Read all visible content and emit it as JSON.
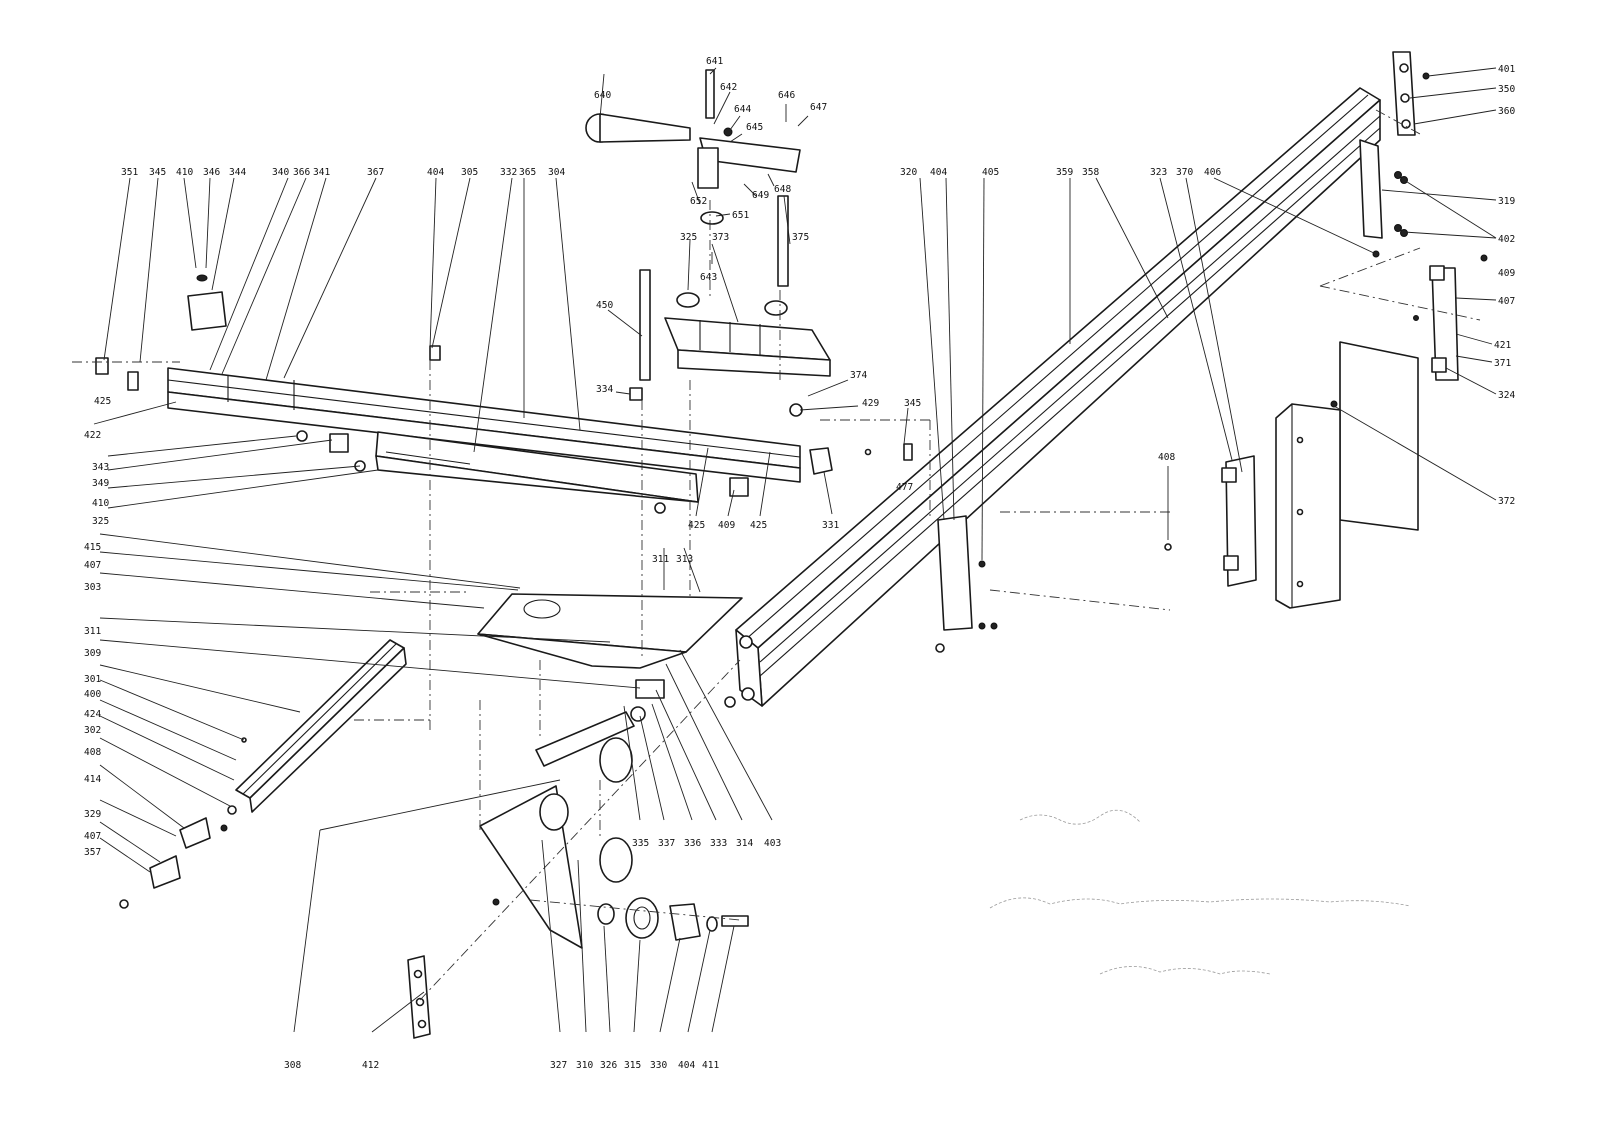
{
  "diagram": {
    "labels": [
      {
        "id": "l351",
        "text": "351"
      },
      {
        "id": "l345a",
        "text": "345"
      },
      {
        "id": "l410a",
        "text": "410"
      },
      {
        "id": "l346",
        "text": "346"
      },
      {
        "id": "l344",
        "text": "344"
      },
      {
        "id": "l340",
        "text": "340"
      },
      {
        "id": "l366",
        "text": "366"
      },
      {
        "id": "l341",
        "text": "341"
      },
      {
        "id": "l367",
        "text": "367"
      },
      {
        "id": "l404a",
        "text": "404"
      },
      {
        "id": "l305",
        "text": "305"
      },
      {
        "id": "l332",
        "text": "332"
      },
      {
        "id": "l365",
        "text": "365"
      },
      {
        "id": "l304",
        "text": "304"
      },
      {
        "id": "l641",
        "text": "641"
      },
      {
        "id": "l642",
        "text": "642"
      },
      {
        "id": "l640",
        "text": "640"
      },
      {
        "id": "l644",
        "text": "644"
      },
      {
        "id": "l645",
        "text": "645"
      },
      {
        "id": "l646",
        "text": "646"
      },
      {
        "id": "l647",
        "text": "647"
      },
      {
        "id": "l652",
        "text": "652"
      },
      {
        "id": "l649",
        "text": "649"
      },
      {
        "id": "l648",
        "text": "648"
      },
      {
        "id": "l651",
        "text": "651"
      },
      {
        "id": "l325a",
        "text": "325"
      },
      {
        "id": "l373",
        "text": "373"
      },
      {
        "id": "l643",
        "text": "643"
      },
      {
        "id": "l375",
        "text": "375"
      },
      {
        "id": "l450",
        "text": "450"
      },
      {
        "id": "l334",
        "text": "334"
      },
      {
        "id": "l374",
        "text": "374"
      },
      {
        "id": "l429",
        "text": "429"
      },
      {
        "id": "l345b",
        "text": "345"
      },
      {
        "id": "l477",
        "text": "477"
      },
      {
        "id": "l331",
        "text": "331"
      },
      {
        "id": "l425a",
        "text": "425"
      },
      {
        "id": "l422",
        "text": "422"
      },
      {
        "id": "l343",
        "text": "343"
      },
      {
        "id": "l349",
        "text": "349"
      },
      {
        "id": "l410b",
        "text": "410"
      },
      {
        "id": "l325b",
        "text": "325"
      },
      {
        "id": "l425b",
        "text": "425"
      },
      {
        "id": "l409a",
        "text": "409"
      },
      {
        "id": "l425c",
        "text": "425"
      },
      {
        "id": "l415",
        "text": "415"
      },
      {
        "id": "l407a",
        "text": "407"
      },
      {
        "id": "l303",
        "text": "303"
      },
      {
        "id": "l311a",
        "text": "311"
      },
      {
        "id": "l309",
        "text": "309"
      },
      {
        "id": "l301",
        "text": "301"
      },
      {
        "id": "l400",
        "text": "400"
      },
      {
        "id": "l424",
        "text": "424"
      },
      {
        "id": "l302",
        "text": "302"
      },
      {
        "id": "l408a",
        "text": "408"
      },
      {
        "id": "l414",
        "text": "414"
      },
      {
        "id": "l329",
        "text": "329"
      },
      {
        "id": "l407b",
        "text": "407"
      },
      {
        "id": "l357",
        "text": "357"
      },
      {
        "id": "l311b",
        "text": "311"
      },
      {
        "id": "l313",
        "text": "313"
      },
      {
        "id": "l335",
        "text": "335"
      },
      {
        "id": "l337",
        "text": "337"
      },
      {
        "id": "l336",
        "text": "336"
      },
      {
        "id": "l333",
        "text": "333"
      },
      {
        "id": "l314",
        "text": "314"
      },
      {
        "id": "l403",
        "text": "403"
      },
      {
        "id": "l308",
        "text": "308"
      },
      {
        "id": "l412",
        "text": "412"
      },
      {
        "id": "l327",
        "text": "327"
      },
      {
        "id": "l310",
        "text": "310"
      },
      {
        "id": "l326",
        "text": "326"
      },
      {
        "id": "l315",
        "text": "315"
      },
      {
        "id": "l330",
        "text": "330"
      },
      {
        "id": "l404b",
        "text": "404"
      },
      {
        "id": "l411",
        "text": "411"
      },
      {
        "id": "l320",
        "text": "320"
      },
      {
        "id": "l404c",
        "text": "404"
      },
      {
        "id": "l405",
        "text": "405"
      },
      {
        "id": "l359",
        "text": "359"
      },
      {
        "id": "l358",
        "text": "358"
      },
      {
        "id": "l323",
        "text": "323"
      },
      {
        "id": "l370",
        "text": "370"
      },
      {
        "id": "l406",
        "text": "406"
      },
      {
        "id": "l401",
        "text": "401"
      },
      {
        "id": "l350",
        "text": "350"
      },
      {
        "id": "l360",
        "text": "360"
      },
      {
        "id": "l319",
        "text": "319"
      },
      {
        "id": "l402",
        "text": "402"
      },
      {
        "id": "l409b",
        "text": "409"
      },
      {
        "id": "l407c",
        "text": "407"
      },
      {
        "id": "l421",
        "text": "421"
      },
      {
        "id": "l371",
        "text": "371"
      },
      {
        "id": "l324",
        "text": "324"
      },
      {
        "id": "l408b",
        "text": "408"
      },
      {
        "id": "l372",
        "text": "372"
      }
    ]
  }
}
